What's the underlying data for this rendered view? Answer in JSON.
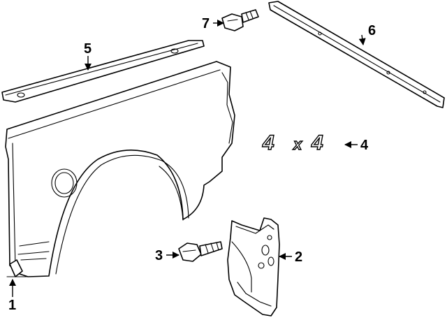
{
  "callouts": {
    "c1": "1",
    "c2": "2",
    "c3": "3",
    "c4": "4",
    "c5": "5",
    "c6": "6",
    "c7": "7"
  },
  "emblem": {
    "left": "4",
    "mid": "x",
    "right": "4"
  }
}
